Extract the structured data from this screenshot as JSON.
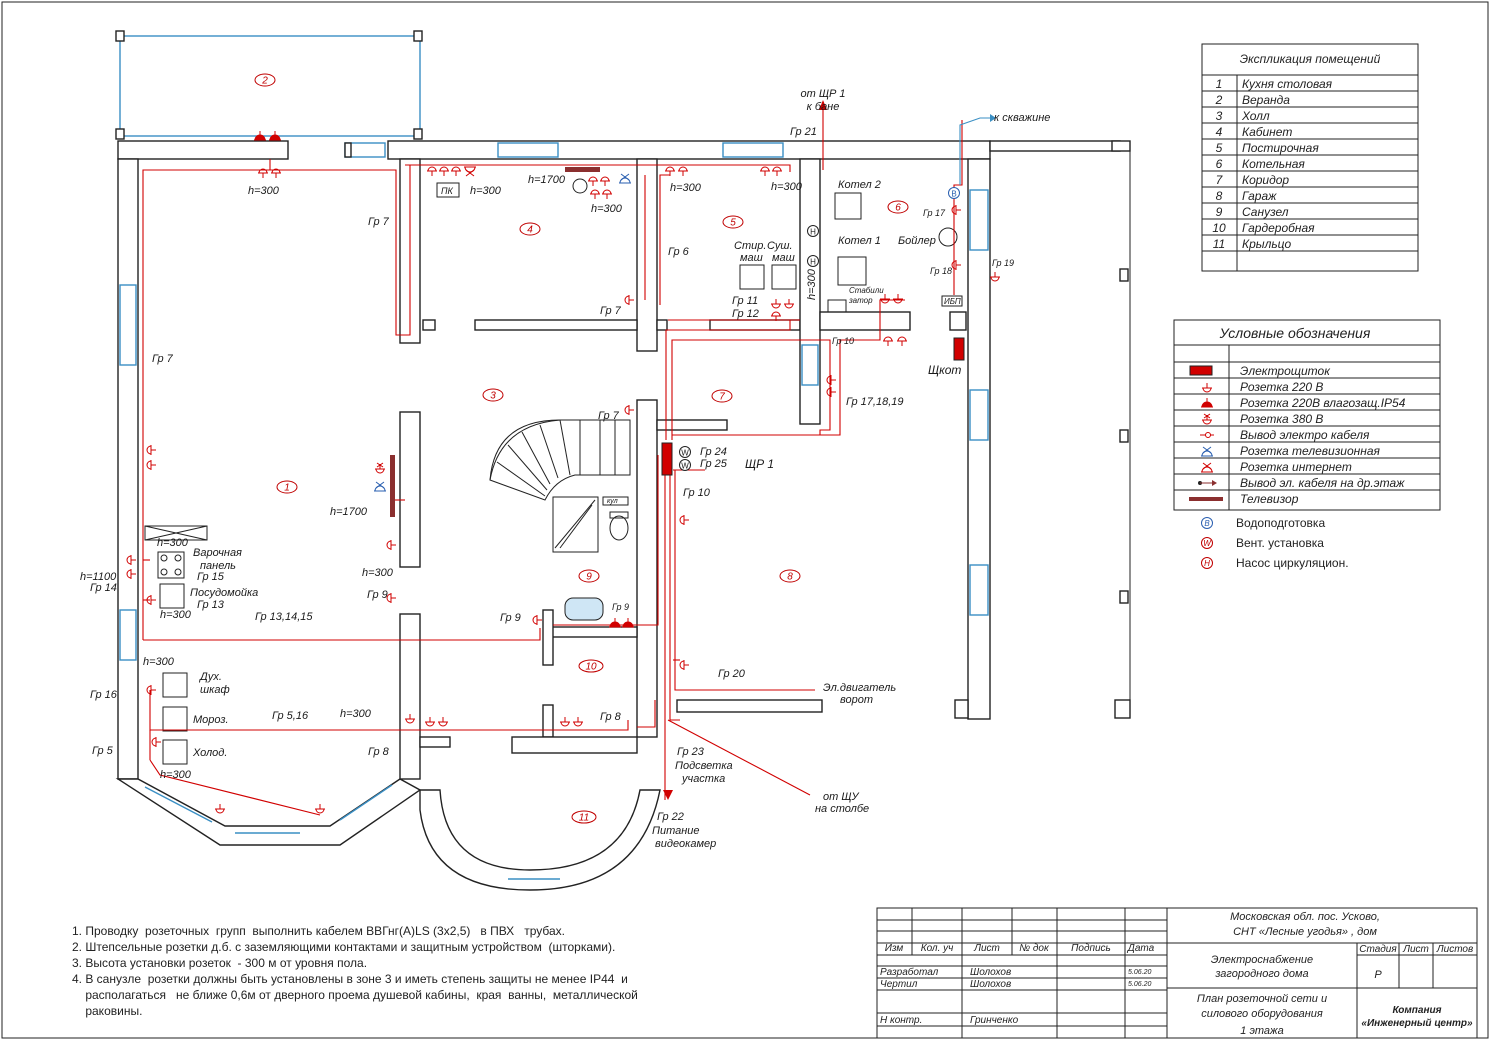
{
  "plan": {
    "room_numbers": [
      "1",
      "2",
      "3",
      "4",
      "5",
      "6",
      "7",
      "8",
      "9",
      "10",
      "11"
    ],
    "labels": {
      "from_shch1_line1": "от ЩР 1",
      "from_shch1_line2": "к бане",
      "gr21": "Гр 21",
      "to_well": "к скважине",
      "kotel2": "Котел 2",
      "kotel1": "Котел 1",
      "boiler": "Бойлер",
      "stabilizer_line1": "Стабили",
      "stabilizer_line2": "затор",
      "ibp": "ИБП",
      "shkot": "Щкот",
      "gr17": "Гр 17",
      "gr18": "Гр 18",
      "gr19": "Гр 19",
      "gr10_top": "Гр 10",
      "gr17_18_19": "Гр 17,18,19",
      "washer_line1": "Стир.",
      "washer_line2": "маш",
      "dryer_line1": "Суш.",
      "dryer_line2": "маш",
      "gr11": "Гр 11",
      "gr12": "Гр 12",
      "h300_vert": "h=300",
      "gr6": "Гр 6",
      "gr7_a": "Гр 7",
      "gr7_b": "Гр 7",
      "gr7_c": "Гр 7",
      "gr7_d": "Гр 7",
      "pk": "ПК",
      "h1700_a": "h=1700",
      "h1700_b": "h=1700",
      "h300_a": "h=300",
      "h300_b": "h=300",
      "h300_c": "h=300",
      "h300_d": "h=300",
      "h300_e": "h=300",
      "h300_f": "h=300",
      "h300_g": "h=300",
      "h300_h": "h=300",
      "h300_i": "h=300",
      "h300_j": "h=300",
      "h300_k": "h=300",
      "gr24": "Гр 24",
      "gr25": "Гр 25",
      "shch1": "ЩР 1",
      "gr10": "Гр 10",
      "kul": "кул",
      "hob_line1": "Варочная",
      "hob_line2": "панель",
      "gr15": "Гр 15",
      "dishwasher": "Посудомойка",
      "gr13": "Гр 13",
      "h1100": "h=1100",
      "gr14": "Гр 14",
      "gr9_a": "Гр 9",
      "gr9_b": "Гр 9",
      "gr9_c": "Гр 9",
      "gr13_14_15": "Гр 13,14,15",
      "oven_line1": "Дух.",
      "oven_line2": "шкаф",
      "freezer": "Мороз.",
      "fridge": "Холод.",
      "gr16": "Гр 16",
      "gr5": "Гр 5",
      "gr5_16": "Гр 5,16",
      "gr8_a": "Гр 8",
      "gr8_b": "Гр 8",
      "gr20": "Гр 20",
      "gate_motor_line1": "Эл.двигатель",
      "gate_motor_line2": "ворот",
      "gr23": "Гр 23",
      "site_light_line1": "Подсветка",
      "site_light_line2": "участка",
      "from_pole_line1": "от ЩУ",
      "from_pole_line2": "на столбе",
      "gr22": "Гр 22",
      "cameras_line1": "Питание",
      "cameras_line2": "видеокамер"
    }
  },
  "rooms_table": {
    "title": "Экспликация помещений",
    "rows": [
      {
        "n": "1",
        "name": "Кухня столовая"
      },
      {
        "n": "2",
        "name": "Веранда"
      },
      {
        "n": "3",
        "name": "Холл"
      },
      {
        "n": "4",
        "name": "Кабинет"
      },
      {
        "n": "5",
        "name": "Постирочная"
      },
      {
        "n": "6",
        "name": "Котельная"
      },
      {
        "n": "7",
        "name": "Коридор"
      },
      {
        "n": "8",
        "name": "Гараж"
      },
      {
        "n": "9",
        "name": "Санузел"
      },
      {
        "n": "10",
        "name": "Гардеробная"
      },
      {
        "n": "11",
        "name": "Крыльцо"
      }
    ]
  },
  "legend": {
    "title": "Условные обозначения",
    "items": [
      {
        "symbol": "panel-icon",
        "label": "Электрощиток"
      },
      {
        "symbol": "socket-220-icon",
        "label": "Розетка 220 В"
      },
      {
        "symbol": "socket-ip54-icon",
        "label": "Розетка 220В влагозащ.IP54"
      },
      {
        "symbol": "socket-380-icon",
        "label": "Розетка 380 В"
      },
      {
        "symbol": "cable-outlet-icon",
        "label": "Вывод электро кабеля"
      },
      {
        "symbol": "tv-socket-icon",
        "label": "Розетка телевизионная"
      },
      {
        "symbol": "internet-socket-icon",
        "label": "Розетка интернет"
      },
      {
        "symbol": "cable-floor-icon",
        "label": "Вывод эл. кабеля на др.этаж"
      },
      {
        "symbol": "tv-icon",
        "label": "Телевизор"
      }
    ],
    "extra": [
      {
        "letter": "В",
        "label": "Водоподготовка",
        "color": "#2a5fb0"
      },
      {
        "letter": "W",
        "label": "Вент. установка",
        "color": "#c00000"
      },
      {
        "letter": "Н",
        "label": "Насос циркуляцион.",
        "color": "#c00000"
      }
    ]
  },
  "notes": [
    "1. Проводку  розеточных  групп  выполнить кабелем ВВГнг(А)LS (3х2,5)   в ПВХ   трубах.",
    "2. Штепсельные розетки д.б. с заземляющими контактами и защитным устройством  (шторками).",
    "3. Высота установки розеток  - 300 м от уровня пола.",
    "4. В санузле  розетки должны быть установлены в зоне 3 и иметь степень защиты не менее IP44  и",
    "    располагаться   не ближе 0,6м от дверного проема душевой кабины,  края  ванны,  металлической",
    "    раковины."
  ],
  "title_block": {
    "address_line1": "Московская обл. пос. Усково,",
    "address_line2": "СНТ «Лесные угодья» , дом",
    "headers": [
      "Изм",
      "Кол. уч",
      "Лист",
      "№ док",
      "Подпись",
      "Дата"
    ],
    "stage_headers": [
      "Стадия",
      "Лист",
      "Листов"
    ],
    "stage": "Р",
    "roles": [
      {
        "role": "Разработал",
        "name": "Шолохов",
        "date": "5.06.20"
      },
      {
        "role": "Чертил",
        "name": "Шолохов",
        "date": "5.06.20"
      },
      {
        "role": "Н контр.",
        "name": "Гринченко",
        "date": ""
      }
    ],
    "project_line1": "Электроснабжение",
    "project_line2": "загородного дома",
    "sheet_line1": "План розеточной сети и",
    "sheet_line2": "силового оборудования",
    "sheet_line3": "1 этажа",
    "company_line1": "Компания",
    "company_line2": "«Инженерный центр»"
  },
  "colors": {
    "wiring": "#d10000",
    "walls": "#222222",
    "windows": "#3a8fc4",
    "water": "#3a8fc4"
  }
}
